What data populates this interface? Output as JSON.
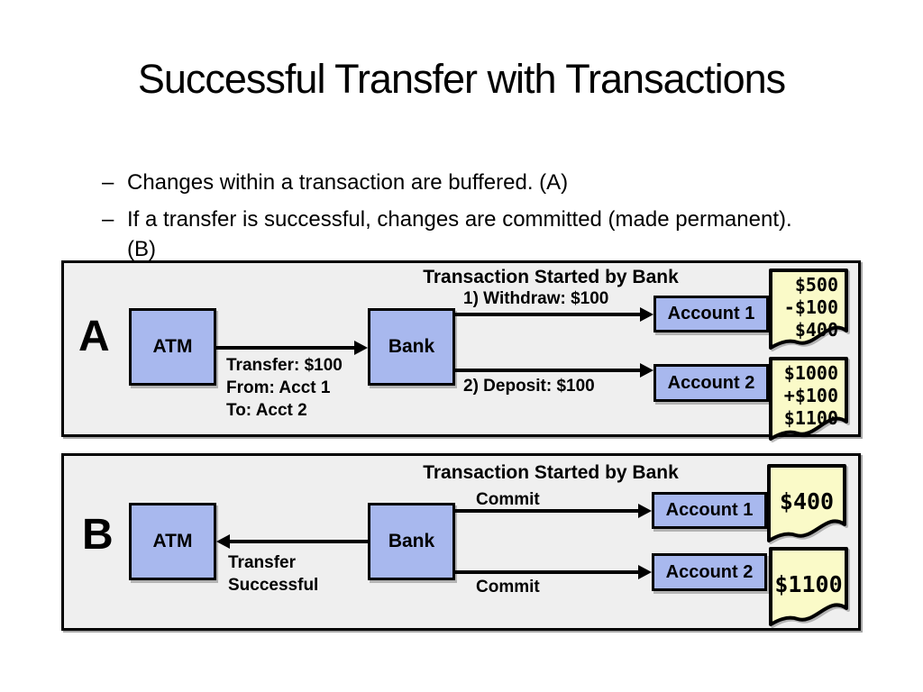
{
  "title": "Successful Transfer with Transactions",
  "bullets": {
    "dash": "–",
    "items": [
      "Changes within a transaction are buffered. (A)",
      "If a transfer is successful, changes are committed (made permanent).\n(B)"
    ]
  },
  "colors": {
    "box_fill": "#a8b8ee",
    "note_fill": "#fafac8",
    "panel_bg": "#efefef",
    "line": "#000000"
  },
  "panels": {
    "a": {
      "letter": "A",
      "header": "Transaction Started by Bank",
      "atm": "ATM",
      "bank": "Bank",
      "transfer_note": "Transfer: $100\nFrom: Acct 1\nTo: Acct 2",
      "withdraw": "1) Withdraw: $100",
      "deposit": "2) Deposit: $100",
      "account1": "Account 1",
      "account2": "Account 2",
      "note1": "$500\n-$100\n$400",
      "note2": "$1000\n+$100\n$1100"
    },
    "b": {
      "letter": "B",
      "header": "Transaction Started by Bank",
      "atm": "ATM",
      "bank": "Bank",
      "transfer_status": "Transfer\nSuccessful",
      "commit1": "Commit",
      "commit2": "Commit",
      "account1": "Account 1",
      "account2": "Account 2",
      "note1": "$400",
      "note2": "$1100"
    }
  }
}
